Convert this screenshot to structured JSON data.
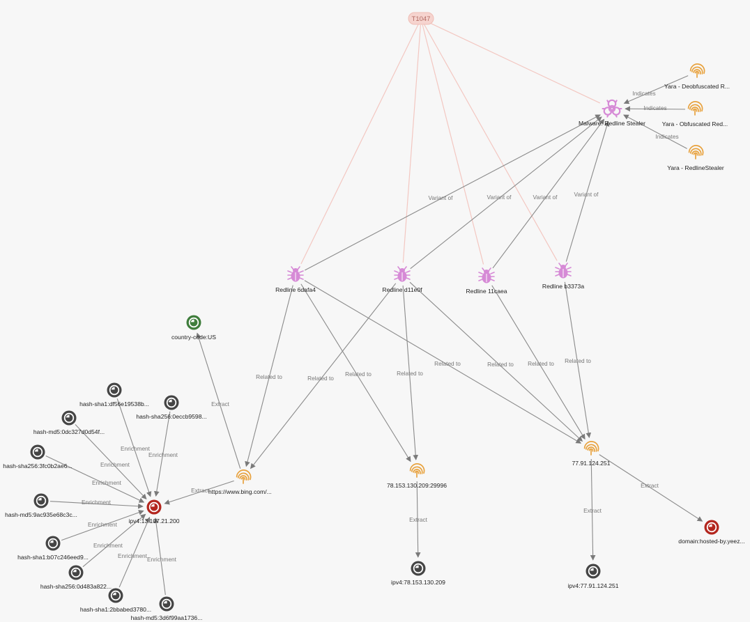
{
  "colors": {
    "background": "#f7f7f7",
    "edge_gray": "#8a8a8a",
    "edge_pink": "#f3c7c1",
    "malware_purple": "#d68ad6",
    "indicator_orange": "#e8a23e",
    "observable_dark": "#454545",
    "observable_red": "#b3261e",
    "observable_green": "#3f7d3c",
    "technique_fill": "#f6d4cf",
    "technique_text": "#b26a62"
  },
  "technique": {
    "id": "t1047",
    "label": "T1047"
  },
  "nodes": [
    {
      "id": "malware-redline",
      "type": "malware",
      "icon": "malware-icon",
      "label": "Malware: Redline Stealer"
    },
    {
      "id": "yara-deobf",
      "type": "indicator",
      "icon": "fingerprint-icon",
      "label": "Yara - Deobfuscated R..."
    },
    {
      "id": "yara-obf",
      "type": "indicator",
      "icon": "fingerprint-icon",
      "label": "Yara - Obfuscated Red..."
    },
    {
      "id": "yara-redline",
      "type": "indicator",
      "icon": "fingerprint-icon",
      "label": "Yara - RedlineStealer"
    },
    {
      "id": "redline-6dafa4",
      "type": "variant",
      "icon": "bug-icon",
      "label": "Redline 6dafa4"
    },
    {
      "id": "redline-d11e0f",
      "type": "variant",
      "icon": "bug-icon",
      "label": "Redline d11e0f"
    },
    {
      "id": "redline-11caea",
      "type": "variant",
      "icon": "bug-icon",
      "label": "Redline 11caea"
    },
    {
      "id": "redline-b3373a",
      "type": "variant",
      "icon": "bug-icon",
      "label": "Redline b3373a"
    },
    {
      "id": "country-us",
      "type": "observable-green",
      "icon": "eye-icon",
      "label": "country-code:US"
    },
    {
      "id": "ind-bing",
      "type": "indicator",
      "icon": "fingerprint-icon",
      "label": "https://www.bing.com/..."
    },
    {
      "id": "ind-78",
      "type": "indicator",
      "icon": "fingerprint-icon",
      "label": "78.153.130.209:29996"
    },
    {
      "id": "ind-77",
      "type": "indicator",
      "icon": "fingerprint-icon",
      "label": "77.91.124.251"
    },
    {
      "id": "ipv4-13",
      "type": "observable-red",
      "icon": "eye-icon",
      "label": "ipv4:13.107.21.200"
    },
    {
      "id": "ipv4-78",
      "type": "observable",
      "icon": "eye-icon",
      "label": "ipv4:78.153.130.209"
    },
    {
      "id": "ipv4-77",
      "type": "observable",
      "icon": "eye-icon",
      "label": "ipv4:77.91.124.251"
    },
    {
      "id": "domain-yeez",
      "type": "observable-red",
      "icon": "eye-icon",
      "label": "domain:hosted-by.yeez..."
    },
    {
      "id": "h-sha1-df56",
      "type": "observable",
      "icon": "eye-icon",
      "label": "hash-sha1:df56e19538b..."
    },
    {
      "id": "h-sha256-0ecc",
      "type": "observable",
      "icon": "eye-icon",
      "label": "hash-sha256:0eccb9598..."
    },
    {
      "id": "h-md5-0dc3",
      "type": "observable",
      "icon": "eye-icon",
      "label": "hash-md5:0dc327d0d54f..."
    },
    {
      "id": "h-sha256-3fc0",
      "type": "observable",
      "icon": "eye-icon",
      "label": "hash-sha256:3fc0b2ae6..."
    },
    {
      "id": "h-md5-9ac9",
      "type": "observable",
      "icon": "eye-icon",
      "label": "hash-md5:9ac935e68c3c..."
    },
    {
      "id": "h-sha1-b07c",
      "type": "observable",
      "icon": "eye-icon",
      "label": "hash-sha1:b07c246eed9..."
    },
    {
      "id": "h-sha256-0d48",
      "type": "observable",
      "icon": "eye-icon",
      "label": "hash-sha256:0d483a822..."
    },
    {
      "id": "h-sha1-2bba",
      "type": "observable",
      "icon": "eye-icon",
      "label": "hash-sha1:2bbabed3780..."
    },
    {
      "id": "h-md5-3d6f",
      "type": "observable",
      "icon": "eye-icon",
      "label": "hash-md5:3d6f99aa1736..."
    }
  ],
  "edges": [
    {
      "from": "t1047",
      "to": "malware-redline",
      "kind": "technique",
      "label": ""
    },
    {
      "from": "t1047",
      "to": "redline-6dafa4",
      "kind": "technique",
      "label": ""
    },
    {
      "from": "t1047",
      "to": "redline-d11e0f",
      "kind": "technique",
      "label": ""
    },
    {
      "from": "t1047",
      "to": "redline-11caea",
      "kind": "technique",
      "label": ""
    },
    {
      "from": "t1047",
      "to": "redline-b3373a",
      "kind": "technique",
      "label": ""
    },
    {
      "from": "yara-deobf",
      "to": "malware-redline",
      "kind": "relation",
      "label": "Indicates"
    },
    {
      "from": "yara-obf",
      "to": "malware-redline",
      "kind": "relation",
      "label": "Indicates"
    },
    {
      "from": "yara-redline",
      "to": "malware-redline",
      "kind": "relation",
      "label": "Indicates"
    },
    {
      "from": "redline-6dafa4",
      "to": "malware-redline",
      "kind": "relation",
      "label": "Variant of"
    },
    {
      "from": "redline-d11e0f",
      "to": "malware-redline",
      "kind": "relation",
      "label": "Variant of"
    },
    {
      "from": "redline-11caea",
      "to": "malware-redline",
      "kind": "relation",
      "label": "Variant of"
    },
    {
      "from": "redline-b3373a",
      "to": "malware-redline",
      "kind": "relation",
      "label": "Variant of"
    },
    {
      "from": "redline-6dafa4",
      "to": "ind-bing",
      "kind": "relation",
      "label": "Related to"
    },
    {
      "from": "redline-d11e0f",
      "to": "ind-bing",
      "kind": "relation",
      "label": "Related to"
    },
    {
      "from": "redline-6dafa4",
      "to": "ind-78",
      "kind": "relation",
      "label": "Related to"
    },
    {
      "from": "redline-d11e0f",
      "to": "ind-78",
      "kind": "relation",
      "label": "Related to"
    },
    {
      "from": "redline-6dafa4",
      "to": "ind-77",
      "kind": "relation",
      "label": "Related to"
    },
    {
      "from": "redline-d11e0f",
      "to": "ind-77",
      "kind": "relation",
      "label": "Related to"
    },
    {
      "from": "redline-11caea",
      "to": "ind-77",
      "kind": "relation",
      "label": "Related to"
    },
    {
      "from": "redline-b3373a",
      "to": "ind-77",
      "kind": "relation",
      "label": "Related to"
    },
    {
      "from": "ind-bing",
      "to": "country-us",
      "kind": "relation",
      "label": "Extract"
    },
    {
      "from": "ind-bing",
      "to": "ipv4-13",
      "kind": "relation",
      "label": "Extract"
    },
    {
      "from": "ind-78",
      "to": "ipv4-78",
      "kind": "relation",
      "label": "Extract"
    },
    {
      "from": "ind-77",
      "to": "ipv4-77",
      "kind": "relation",
      "label": "Extract"
    },
    {
      "from": "ind-77",
      "to": "domain-yeez",
      "kind": "relation",
      "label": "Extract"
    },
    {
      "from": "h-sha1-df56",
      "to": "ipv4-13",
      "kind": "relation",
      "label": "Enrichment"
    },
    {
      "from": "h-sha256-0ecc",
      "to": "ipv4-13",
      "kind": "relation",
      "label": "Enrichment"
    },
    {
      "from": "h-md5-0dc3",
      "to": "ipv4-13",
      "kind": "relation",
      "label": "Enrichment"
    },
    {
      "from": "h-sha256-3fc0",
      "to": "ipv4-13",
      "kind": "relation",
      "label": "Enrichment"
    },
    {
      "from": "h-md5-9ac9",
      "to": "ipv4-13",
      "kind": "relation",
      "label": "Enrichment"
    },
    {
      "from": "h-sha1-b07c",
      "to": "ipv4-13",
      "kind": "relation",
      "label": "Enrichment"
    },
    {
      "from": "h-sha256-0d48",
      "to": "ipv4-13",
      "kind": "relation",
      "label": "Enrichment"
    },
    {
      "from": "h-sha1-2bba",
      "to": "ipv4-13",
      "kind": "relation",
      "label": "Enrichment"
    },
    {
      "from": "h-md5-3d6f",
      "to": "ipv4-13",
      "kind": "relation",
      "label": "Enrichment"
    }
  ]
}
